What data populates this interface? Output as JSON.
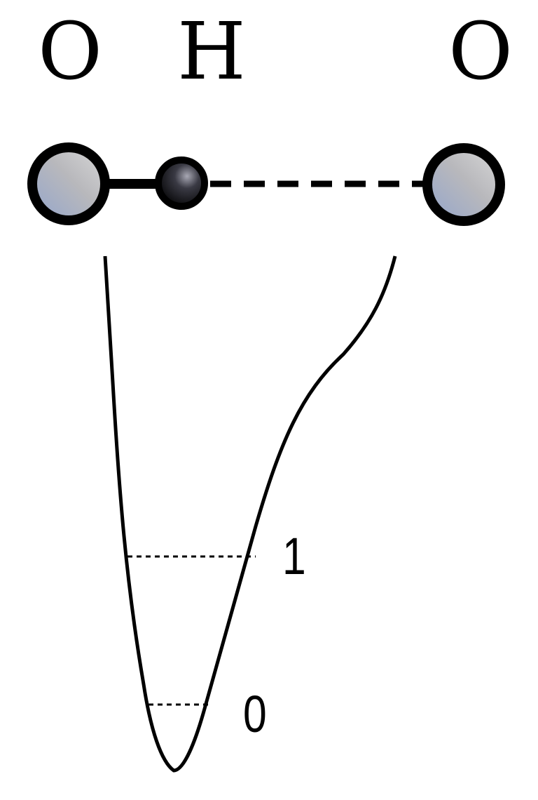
{
  "atoms": {
    "left_label": "O",
    "middle_label": "H",
    "right_label": "O"
  },
  "bonds": {
    "covalent": "O–H",
    "hydrogen_bond": "H···O"
  },
  "energy_levels": {
    "level_1": "1",
    "level_0": "0"
  },
  "colors": {
    "oxygen_fill_light": "#d2d2d4",
    "oxygen_fill_dark": "#9aa9c8",
    "hydrogen_fill_light": "#9a9aa6",
    "hydrogen_fill_dark": "#050508",
    "stroke": "#000000"
  }
}
